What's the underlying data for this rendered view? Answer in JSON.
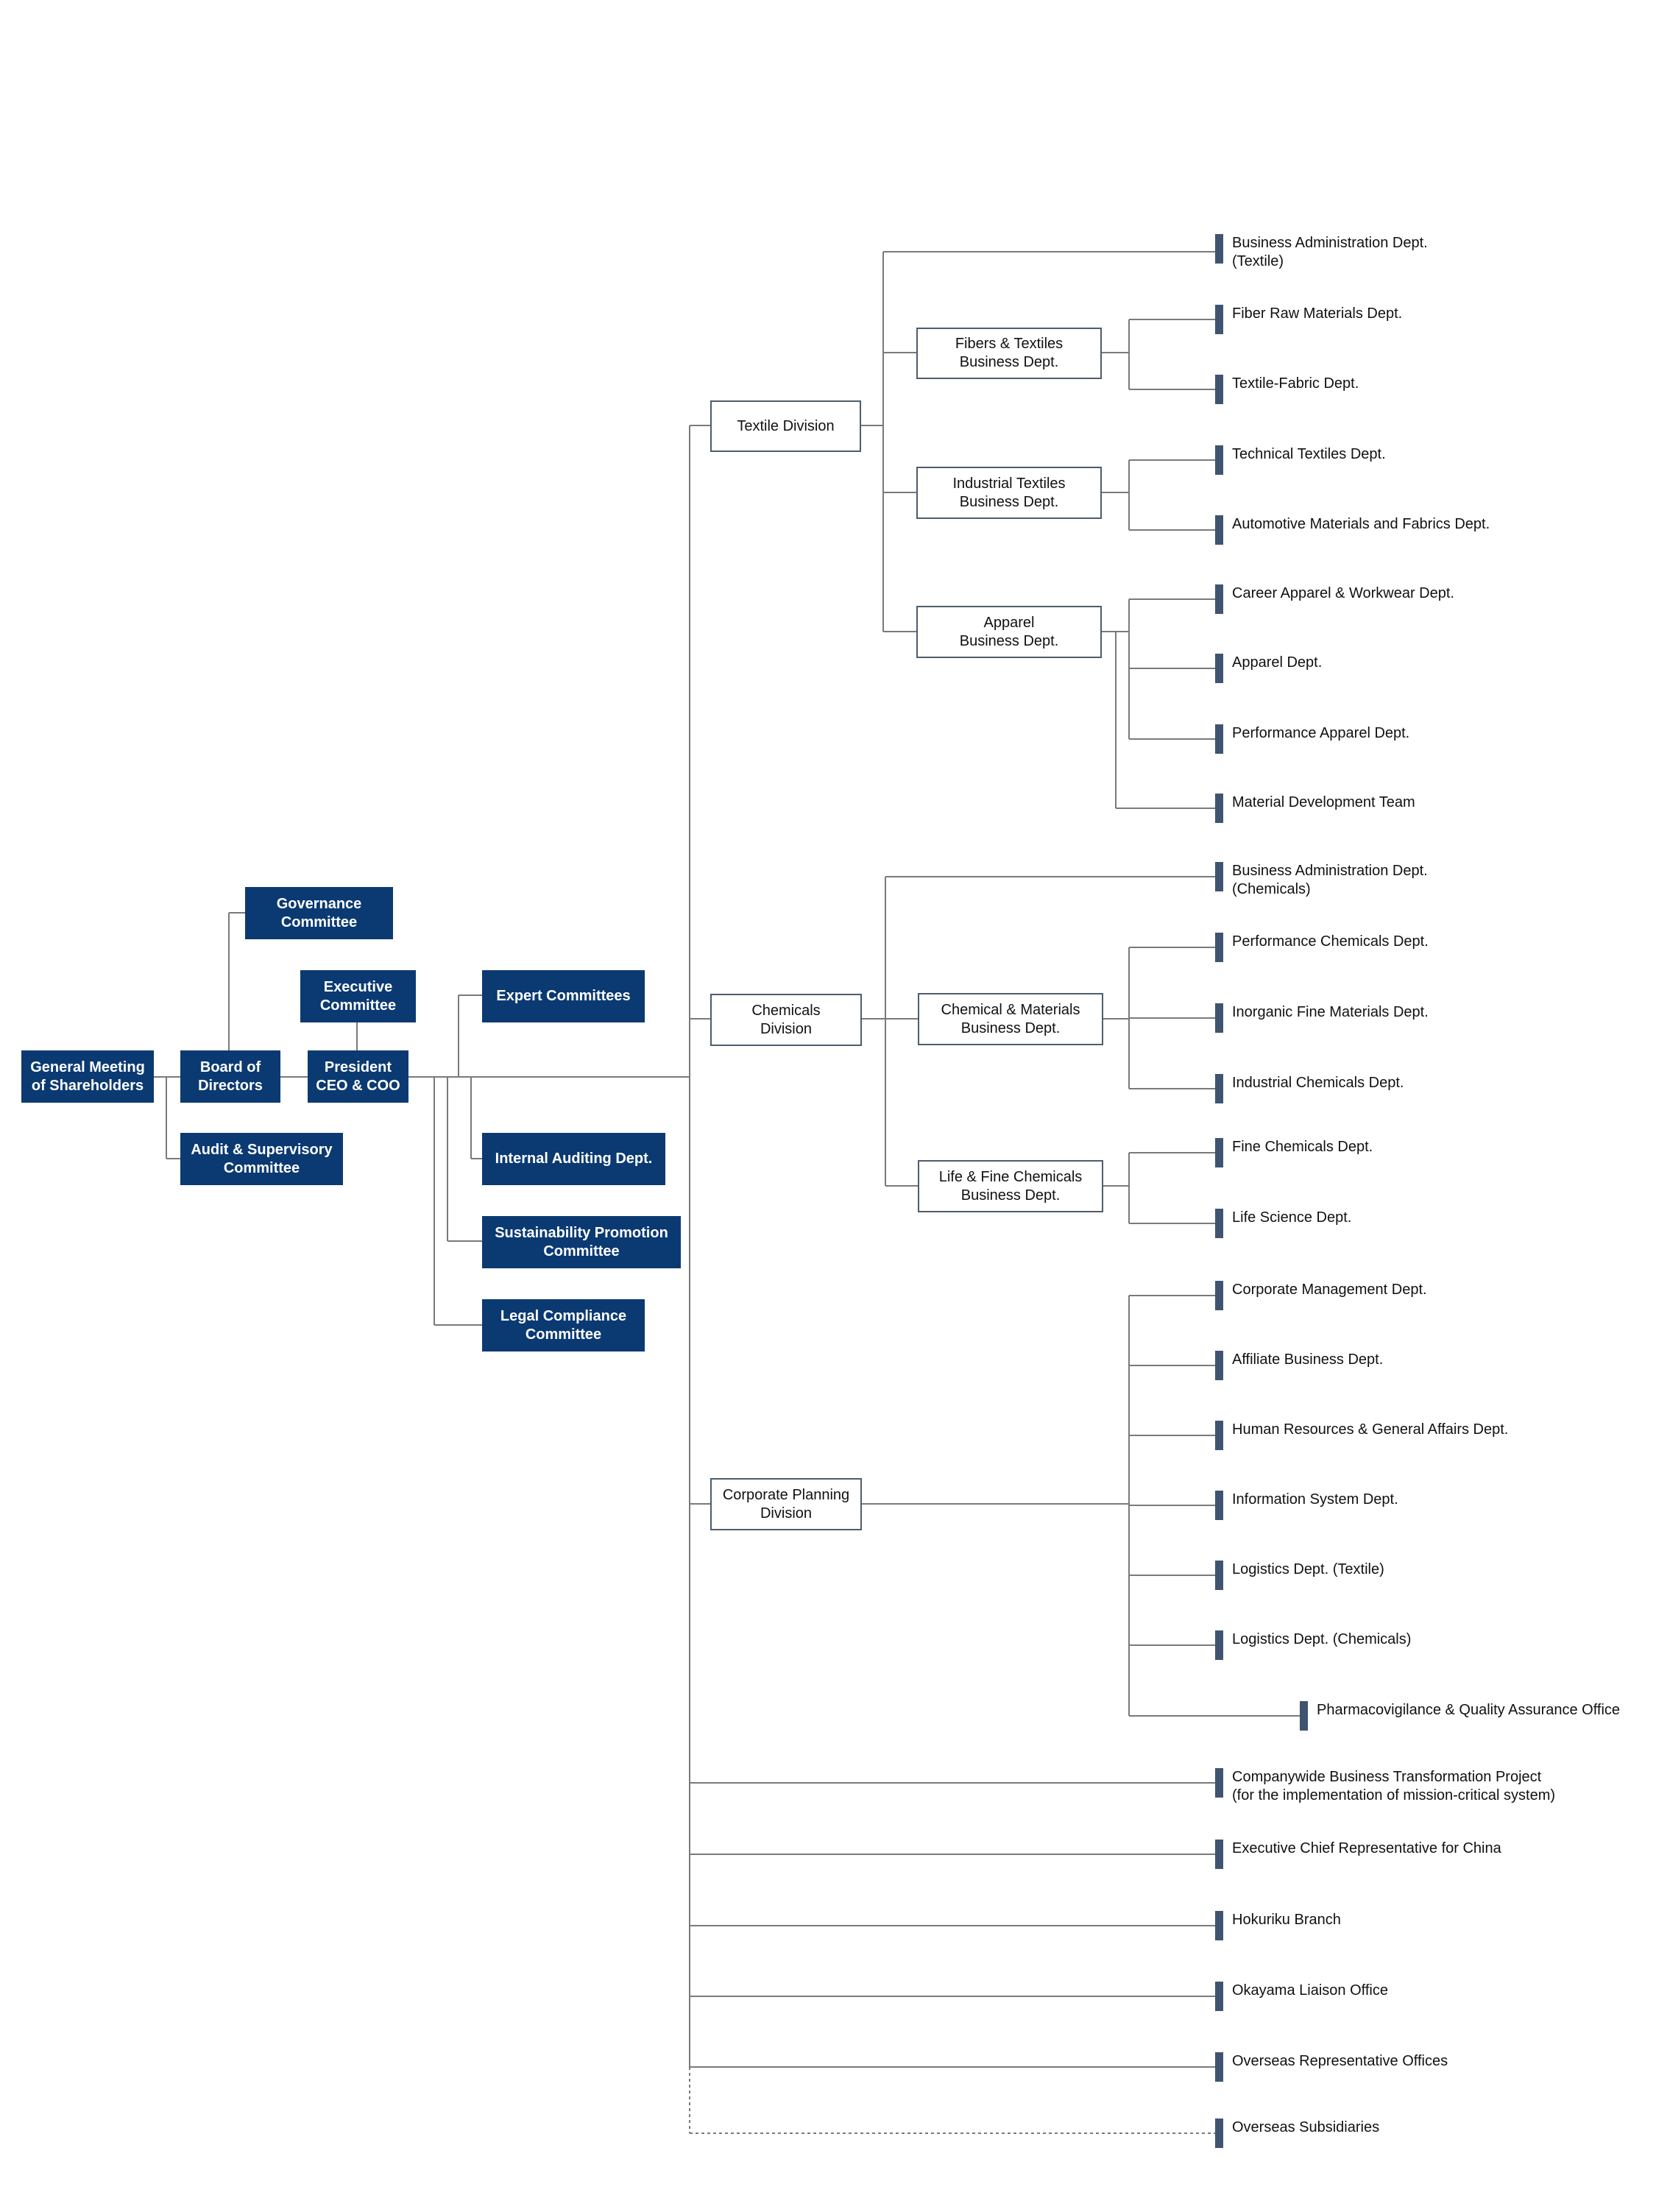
{
  "governance": {
    "general_meeting": "General Meeting\nof Shareholders",
    "board": "Board of\nDirectors",
    "president": "President\nCEO & COO",
    "governance_committee": "Governance\nCommittee",
    "executive_committee": "Executive\nCommittee",
    "audit_committee": "Audit & Supervisory\nCommittee"
  },
  "committees": {
    "expert": "Expert Committees",
    "internal_auditing": "Internal Auditing Dept.",
    "sustainability": "Sustainability Promotion\nCommittee",
    "legal_compliance": "Legal Compliance\nCommittee"
  },
  "divisions": {
    "textile": "Textile Division",
    "chemicals": "Chemicals\nDivision",
    "corporate_planning": "Corporate Planning\nDivision"
  },
  "business_depts": {
    "fibers_textiles": "Fibers & Textiles\nBusiness Dept.",
    "industrial_textiles": "Industrial Textiles\nBusiness Dept.",
    "apparel": "Apparel\nBusiness Dept.",
    "chemical_materials": "Chemical & Materials\nBusiness Dept.",
    "life_fine_chemicals": "Life & Fine Chemicals\nBusiness Dept."
  },
  "departments": {
    "biz_admin_textile": "Business Administration Dept.\n(Textile)",
    "fiber_raw_materials": "Fiber Raw Materials Dept.",
    "textile_fabric": "Textile-Fabric Dept.",
    "technical_textiles": "Technical Textiles Dept.",
    "automotive_materials": "Automotive Materials and Fabrics Dept.",
    "career_apparel": "Career Apparel & Workwear Dept.",
    "apparel_dept": "Apparel Dept.",
    "performance_apparel": "Performance Apparel Dept.",
    "material_development": "Material Development Team",
    "biz_admin_chemicals": "Business Administration Dept.\n(Chemicals)",
    "performance_chemicals": "Performance Chemicals Dept.",
    "inorganic_fine": "Inorganic Fine Materials Dept.",
    "industrial_chemicals": "Industrial Chemicals Dept.",
    "fine_chemicals": "Fine Chemicals Dept.",
    "life_science": "Life Science Dept.",
    "corporate_management": "Corporate Management Dept.",
    "affiliate_business": "Affiliate Business Dept.",
    "hr_general_affairs": "Human Resources & General Affairs Dept.",
    "information_system": "Information System Dept.",
    "logistics_textile": "Logistics Dept. (Textile)",
    "logistics_chemicals": "Logistics Dept. (Chemicals)",
    "pharmacovigilance": "Pharmacovigilance & Quality Assurance Office",
    "transformation_project": "Companywide Business Transformation Project\n(for the implementation of mission-critical system)",
    "china_representative": "Executive Chief Representative for China",
    "hokuriku_branch": "Hokuriku Branch",
    "okayama_office": "Okayama Liaison Office",
    "overseas_offices": "Overseas Representative Offices",
    "overseas_subsidiaries": "Overseas Subsidiaries"
  },
  "colors": {
    "dark_box": "#0b3a72",
    "marker": "#3f5470",
    "line": "#7a7a7a"
  }
}
